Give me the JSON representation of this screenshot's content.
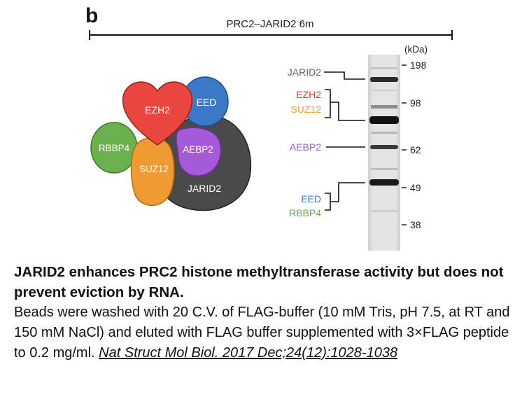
{
  "figure": {
    "panel_label": "b",
    "condition_label": "PRC2–JARID2 6m",
    "subunits": {
      "ezh2": "EZH2",
      "eed": "EED",
      "rbbp4": "RBBP4",
      "suz12": "SUZ12",
      "aebp2": "AEBP2",
      "jarid2": "JARID2"
    },
    "band_labels": {
      "jarid2": "JARID2",
      "ezh2": "EZH2",
      "suz12": "SUZ12",
      "aebp2": "AEBP2",
      "eed": "EED",
      "rbbp4": "RBBP4"
    },
    "ladder_unit": "(kDa)",
    "ladder_markers": [
      "198",
      "98",
      "62",
      "49",
      "38"
    ],
    "colors": {
      "ezh2": "#e8463f",
      "eed": "#3a78c8",
      "rbbp4": "#6ab04c",
      "suz12": "#ef9a32",
      "aebp2": "#a55bd9",
      "jarid2": "#4a4a4a"
    }
  },
  "caption": {
    "title": "JARID2 enhances PRC2 histone methyltransferase activity but does not prevent eviction by RNA.",
    "body": "Beads were washed with 20 C.V. of FLAG-buffer (10 mM Tris, pH 7.5, at RT and 150 mM NaCl) and eluted with FLAG buffer supplemented with 3×FLAG peptide to 0.2 mg/ml. ",
    "citation": "Nat Struct Mol Biol. 2017 Dec;24(12):1028-1038"
  }
}
